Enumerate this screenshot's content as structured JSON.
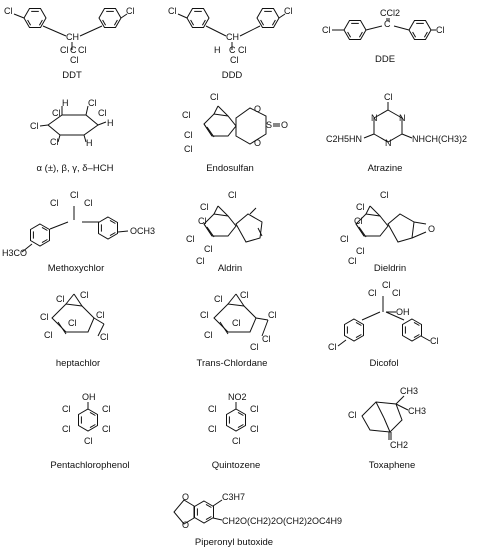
{
  "compounds": [
    {
      "name": "DDT",
      "atoms": {
        "cl_left": "Cl",
        "cl_right": "Cl",
        "ch": "CH",
        "cl1": "Cl",
        "cl2": "Cl",
        "cl3": "Cl",
        "c": "C"
      }
    },
    {
      "name": "DDD",
      "atoms": {
        "cl_left": "Cl",
        "cl_right": "Cl",
        "ch": "CH",
        "h": "H",
        "c": "C",
        "cl1": "Cl",
        "cl2": "Cl"
      }
    },
    {
      "name": "DDE",
      "atoms": {
        "cl_left": "Cl",
        "cl_right": "Cl",
        "ccl2": "CCl2",
        "c": "C"
      }
    },
    {
      "name": "α (±), β, γ, δ–HCH",
      "atoms": {
        "h": "H",
        "cl": "Cl"
      }
    },
    {
      "name": "Endosulfan",
      "atoms": {
        "cl": "Cl",
        "o": "O",
        "s": "S"
      }
    },
    {
      "name": "Atrazine",
      "atoms": {
        "cl": "Cl",
        "n": "N",
        "left": "C2H5HN",
        "right": "NHCH(CH3)2"
      }
    },
    {
      "name": "Methoxychlor",
      "atoms": {
        "cl": "Cl",
        "left": "H3CO",
        "right": "OCH3"
      }
    },
    {
      "name": "Aldrin",
      "atoms": {
        "cl": "Cl"
      }
    },
    {
      "name": "Dieldrin",
      "atoms": {
        "cl": "Cl",
        "o": "O"
      }
    },
    {
      "name": "heptachlor",
      "atoms": {
        "cl": "Cl"
      }
    },
    {
      "name": "Trans-Chlordane",
      "atoms": {
        "cl": "Cl"
      }
    },
    {
      "name": "Dicofol",
      "atoms": {
        "cl": "Cl",
        "oh": "OH"
      }
    },
    {
      "name": "Pentachlorophenol",
      "atoms": {
        "cl": "Cl",
        "oh": "OH"
      }
    },
    {
      "name": "Quintozene",
      "atoms": {
        "cl": "Cl",
        "no2": "NO2"
      }
    },
    {
      "name": "Toxaphene",
      "atoms": {
        "cl": "Cl",
        "ch3": "CH3",
        "ch2": "CH2"
      }
    },
    {
      "name": "Piperonyl butoxide",
      "atoms": {
        "o": "O",
        "c3h7": "C3H7",
        "chain": "CH2O(CH2)2O(CH2)2OC4H9"
      }
    }
  ]
}
